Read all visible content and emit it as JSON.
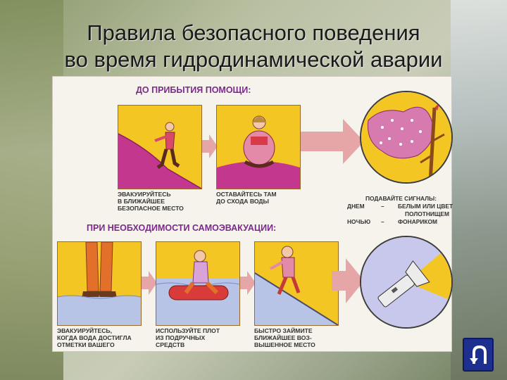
{
  "title": {
    "line1": "Правила безопасного поведения",
    "line2": "во время гидродинамической аварии"
  },
  "poster": {
    "section1_label": "ДО ПРИБЫТИЯ ПОМОЩИ:",
    "section2_label": "ПРИ НЕОБХОДИМОСТИ САМОЭВАКУАЦИИ:",
    "panels_top": [
      {
        "caption": "ЭВАКУИРУЙТЕСЬ\nВ БЛИЖАЙШЕЕ\nБЕЗОПАСНОЕ МЕСТО"
      },
      {
        "caption": "ОСТАВАЙТЕСЬ ТАМ\nДО СХОДА ВОДЫ"
      }
    ],
    "signals": {
      "header": "ПОДАВАЙТЕ СИГНАЛЫ:",
      "day_label": "ДНЕМ",
      "day_dash": "–",
      "day_value": "БЕЛЫМ ИЛИ ЦВЕТ",
      "day_value2": "ПОЛОТНИЩЕМ",
      "night_label": "НОЧЬЮ",
      "night_dash": "–",
      "night_value": "ФОНАРИКОМ"
    },
    "panels_bottom": [
      {
        "caption": "ЭВАКУИРУЙТЕСЬ,\nКОГДА ВОДА ДОСТИГЛА\nОТМЕТКИ ВАШЕГО"
      },
      {
        "caption": "ИСПОЛЬЗУЙТЕ ПЛОТ\nИЗ ПОДРУЧНЫХ\nСРЕДСТВ"
      },
      {
        "caption": "БЫСТРО ЗАЙМИТЕ\nБЛИЖАЙШЕЕ ВОЗ-\nВЫШЕННОЕ МЕСТО"
      }
    ]
  },
  "nav": {
    "return_icon": "return-arrow-icon"
  },
  "colors": {
    "label_purple": "#7b2a8c",
    "panel_yellow": "#f3c623",
    "hill_magenta": "#c4378f",
    "water_blue": "#b8c4e6",
    "arrow_pink": "#e6a6a8",
    "nav_blue": "#1d2f8f"
  }
}
